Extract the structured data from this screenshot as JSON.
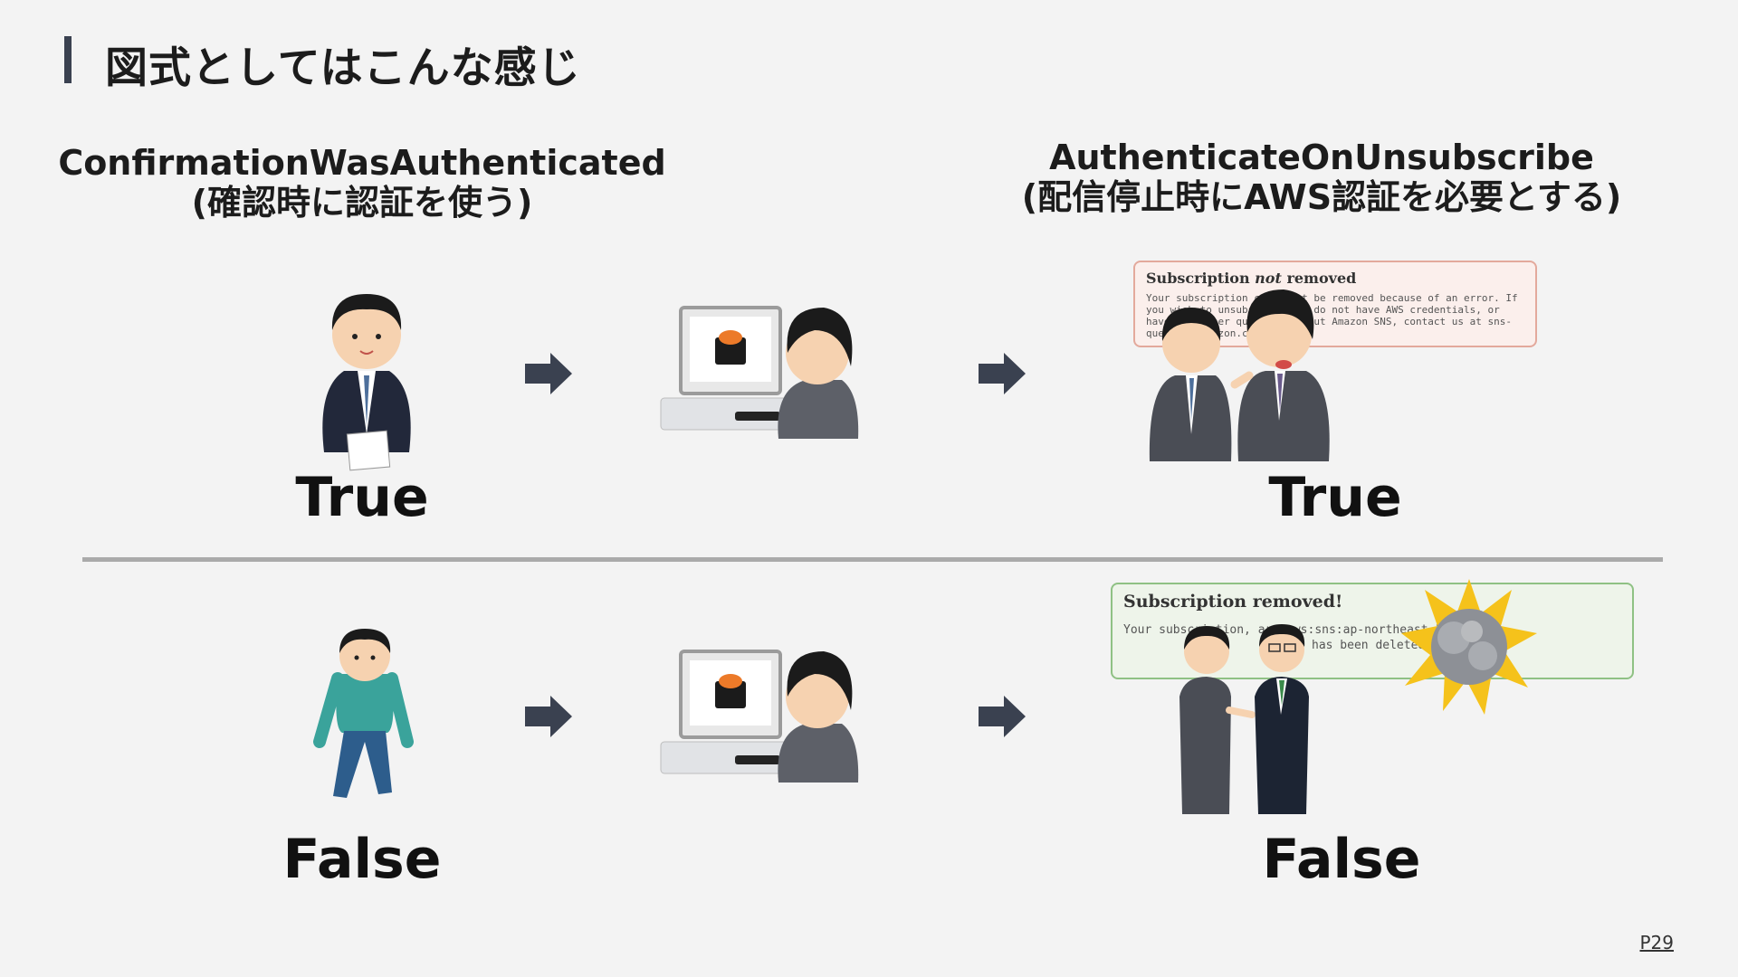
{
  "slide": {
    "title": "図式としてはこんな感じ",
    "page_number": "P29"
  },
  "columns": {
    "left": {
      "heading_line1": "ConfirmationWasAuthenticated",
      "heading_line2": "(確認時に認証を使う)"
    },
    "right": {
      "heading_line1": "AuthenticateOnUnsubscribe",
      "heading_line2": "(配信停止時にAWS認証を必要とする)"
    }
  },
  "rows": [
    {
      "left_value": "True",
      "right_value": "True"
    },
    {
      "left_value": "False",
      "right_value": "False"
    }
  ],
  "panels": {
    "not_removed": {
      "title_prefix": "Subscription ",
      "title_emph": "not",
      "title_suffix": " removed",
      "body": "Your subscription could not be removed because of an error. If you wish to unsubscribe but do not have AWS credentials, or have any other questions about Amazon SNS, contact us at sns-question@amazon.com."
    },
    "removed": {
      "title": "Subscription removed!",
      "body_line1": "Your subscription, arn:aws:sns:ap-northeast-1:",
      "body_line2": "has been deleted."
    }
  },
  "colors": {
    "accent_bar": "#3a4150",
    "arrow": "#3a4150",
    "divider": "#aaaaaa",
    "panel_red_bg": "#fbefec",
    "panel_green_bg": "#eef4ea"
  },
  "icons": [
    "arrow-right-icon",
    "person-signing-icon",
    "person-walking-icon",
    "computer-operator-icon",
    "scolding-people-icon",
    "talking-people-icon",
    "explosion-icon"
  ]
}
